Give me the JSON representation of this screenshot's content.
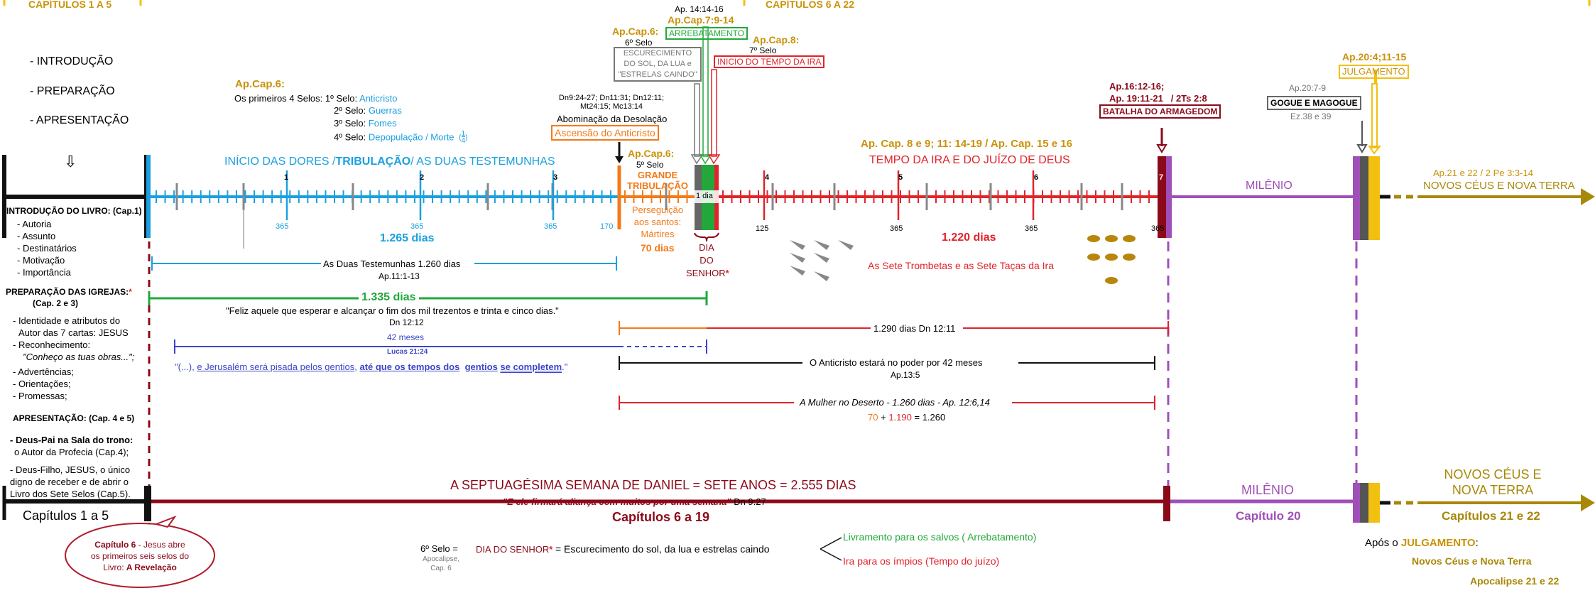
{
  "header": {
    "left": "CAPÍTULOS 1 A 5",
    "right": "CAPÍTULOS 6 A 22"
  },
  "intro_items": [
    "- INTRODUÇÃO",
    "- PREPARAÇÃO",
    "- APRESENTAÇÃO"
  ],
  "down_arrow": "⇩",
  "left_panel": {
    "intro_title": "INTRODUÇÃO DO LIVRO: (Cap.1)",
    "intro_list": [
      "- Autoria",
      "- Assunto",
      "- Destinatários",
      "- Motivação",
      "- Importância"
    ],
    "prep_title": "PREPARAÇÃO DAS IGREJAS:",
    "prep_star": "*",
    "prep_sub": "(Cap. 2 e 3)",
    "prep_list_1": "- Identidade e atributos do",
    "prep_list_2": "Autor das 7 cartas: JESUS",
    "prep_list_3": "- Reconhecimento:",
    "prep_list_4": "\"Conheço as tuas obras...\";",
    "prep_list_5": "- Advertências;",
    "prep_list_6": "- Orientações;",
    "prep_list_7": "- Promessas;",
    "apres_title": "APRESENTAÇÃO:  (Cap. 4 e 5)",
    "apres_1a": "- Deus-Pai na Sala do trono:",
    "apres_1b": "o Autor da Profecia (Cap.4);",
    "apres_2a": "- Deus-Filho, JESUS, o único",
    "apres_2b": "digno de receber e de abrir o",
    "apres_2c": "Livro dos Sete Selos (Cap.5).",
    "chapters": "Capítulos 1 a 5"
  },
  "seals": {
    "ref": "Ap.Cap.6:",
    "intro": "Os primeiros 4 Selos:",
    "s1": "1º Selo:",
    "s1v": "Anticristo",
    "s2": "2º Selo:",
    "s2v": "Guerras",
    "s3": "3º Selo:",
    "s3v": "Fomes",
    "s4": "4º Selo:",
    "s4v": "Depopulação / Morte",
    "frac_n": "1",
    "frac_d": "4"
  },
  "tribulation_title_1": "INÍCIO DAS DORES /",
  "tribulation_title_2": "TRIBULAÇÃO",
  "tribulation_title_3": "/ AS DUAS TESTEMUNHAS",
  "abomination": {
    "refs_1": "Dn9:24-27; Dn11:31; Dn12:11;",
    "refs_2": "Mt24:15; Mc13:14",
    "text": "Abominação da Desolação",
    "box": "Ascensão do Anticristo"
  },
  "sixth_seal": {
    "ref": "Ap.Cap.6:",
    "label": "6º Selo",
    "box_1": "ESCURECIMENTO",
    "box_2": "DO SOL, DA LUA e",
    "box_3": "\"ESTRELAS CAINDO\""
  },
  "rapture": {
    "ref_top": "Ap. 14:14-16",
    "ref": "Ap.Cap.7:9-14",
    "box": "ARREBATAMENTO"
  },
  "seventh_seal": {
    "ref": "Ap.Cap.8:",
    "label": "7º Selo",
    "box": "INICIO DO TEMPO DA IRA"
  },
  "great_trib": {
    "ref": "Ap.Cap.6:",
    "label": "5º Selo",
    "title_1": "GRANDE",
    "title_2": "TRIBULAÇÃO",
    "persec_1": "Perseguição",
    "persec_2": "aos santos:",
    "persec_3": "Mártires",
    "days": "70 dias"
  },
  "one_day": "1 dia",
  "day_of_lord": [
    "DIA",
    "DO",
    "SENHOR"
  ],
  "wrath": {
    "ref": "Ap. Cap. 8 e 9; 11: 14-19 / Ap. Cap. 15 e 16",
    "title": "TEMPO DA IRA E DO JUÍZO DE DEUS",
    "days": "1.220 dias",
    "trumpets": "As Sete Trombetas e as Sete Taças da Ira"
  },
  "armageddon": {
    "ref_1": "Ap.16:12-16;",
    "ref_2": "Ap. 19:11-21",
    "ref_3": "/ 2Ts 2:8",
    "box": "BATALHA DO ARMAGEDOM"
  },
  "gog": {
    "ref": "Ap.20:7-9",
    "box": "GOGUE E MAGOGUE",
    "ref2": "Ez.38 e 39"
  },
  "judgment": {
    "ref": "Ap.20:4;11-15",
    "box": "JULGAMENTO"
  },
  "millennium": "MILÊNIO",
  "new_heavens": {
    "ref": "Ap.21 e 22  /  2 Pe 3:3-14",
    "title": "NOVOS CÉUS E NOVA TERRA"
  },
  "timeline_numbers": {
    "years": [
      "1",
      "2",
      "3",
      "4",
      "5",
      "6",
      "7"
    ],
    "counts": [
      "365",
      "365",
      "365",
      "170",
      "125",
      "365",
      "365",
      "365"
    ]
  },
  "days_1265": "1.265 dias",
  "two_witnesses": {
    "text": "As Duas Testemunhas 1.260 dias",
    "ref": "Ap.11:1-13"
  },
  "days_1335": {
    "title": "1.335 dias",
    "quote": "\"Feliz aquele que esperar e alcançar o fim dos mil trezentos e trinta e cinco dias.\"",
    "ref": "Dn 12:12"
  },
  "months_42": {
    "title": "42 meses",
    "ref": "Lucas 21:24",
    "quote_a": "\"(...),",
    "quote_b": "e Jerusalém será pisada pelos gentios",
    "quote_c": ",",
    "quote_d": "até que os tempos dos",
    "quote_e": "gentios",
    "quote_f": "se completem",
    "quote_g": ".\""
  },
  "days_1290": "1.290 dias Dn 12:11",
  "antichrist_power": {
    "text": "O Anticristo estará no poder por 42 meses",
    "ref": "Ap.13:5"
  },
  "woman": {
    "text": "A Mulher no Deserto - 1.260 dias - Ap. 12:6,14",
    "sum_a": "70",
    "sum_b": "+",
    "sum_c": "1.190",
    "sum_d": "= 1.260"
  },
  "bottom": {
    "title": "A SEPTUAGÉSIMA SEMANA DE DANIEL   = SETE ANOS = 2.555 DIAS",
    "quote": "\"E ele firmará aliança com muitos por uma semana\"",
    "quote_ref": "Dn 9:27",
    "chapters_mid": "Capítulos 6 a 19",
    "millennium": "MILÊNIO",
    "chapter20": "Capítulo 20",
    "new_1": "NOVOS CÉUS E",
    "new_2": "NOVA TERRA",
    "chapters_end": "Capítulos 21 e 22"
  },
  "bubble": {
    "a": "Capítulo 6",
    "b": "- Jesus abre",
    "c": "os primeiros seis selos do",
    "d": "Livro:",
    "e": "A Revelação"
  },
  "sixth_seal_note": {
    "label": "6º Selo =",
    "sub_1": "Apocalipse,",
    "sub_2": "Cap. 6",
    "dia": "DIA DO SENHOR",
    "star": "*",
    "eq": "= Escurecimento do sol, da lua e estrelas caindo",
    "opt1": "Livramento para os salvos ( Arrebatamento)",
    "opt2": "Ira para os ímpios (Tempo do juízo)"
  },
  "after_judgment": {
    "a": "Após o",
    "b": "JULGAMENTO",
    "c": ":",
    "d": "Novos Céus e Nova Terra",
    "e": "Apocalipse 21 e 22"
  },
  "colors": {
    "black": "#111111",
    "blue": "#1aa0e0",
    "red": "#e0242a",
    "darkred": "#8b0a1a",
    "green": "#22a83a",
    "orange": "#f27a18",
    "purple": "#a04fb8",
    "olive": "#a88808",
    "gold": "#f2c010",
    "grey": "#888888",
    "navy": "#3b46c8"
  }
}
